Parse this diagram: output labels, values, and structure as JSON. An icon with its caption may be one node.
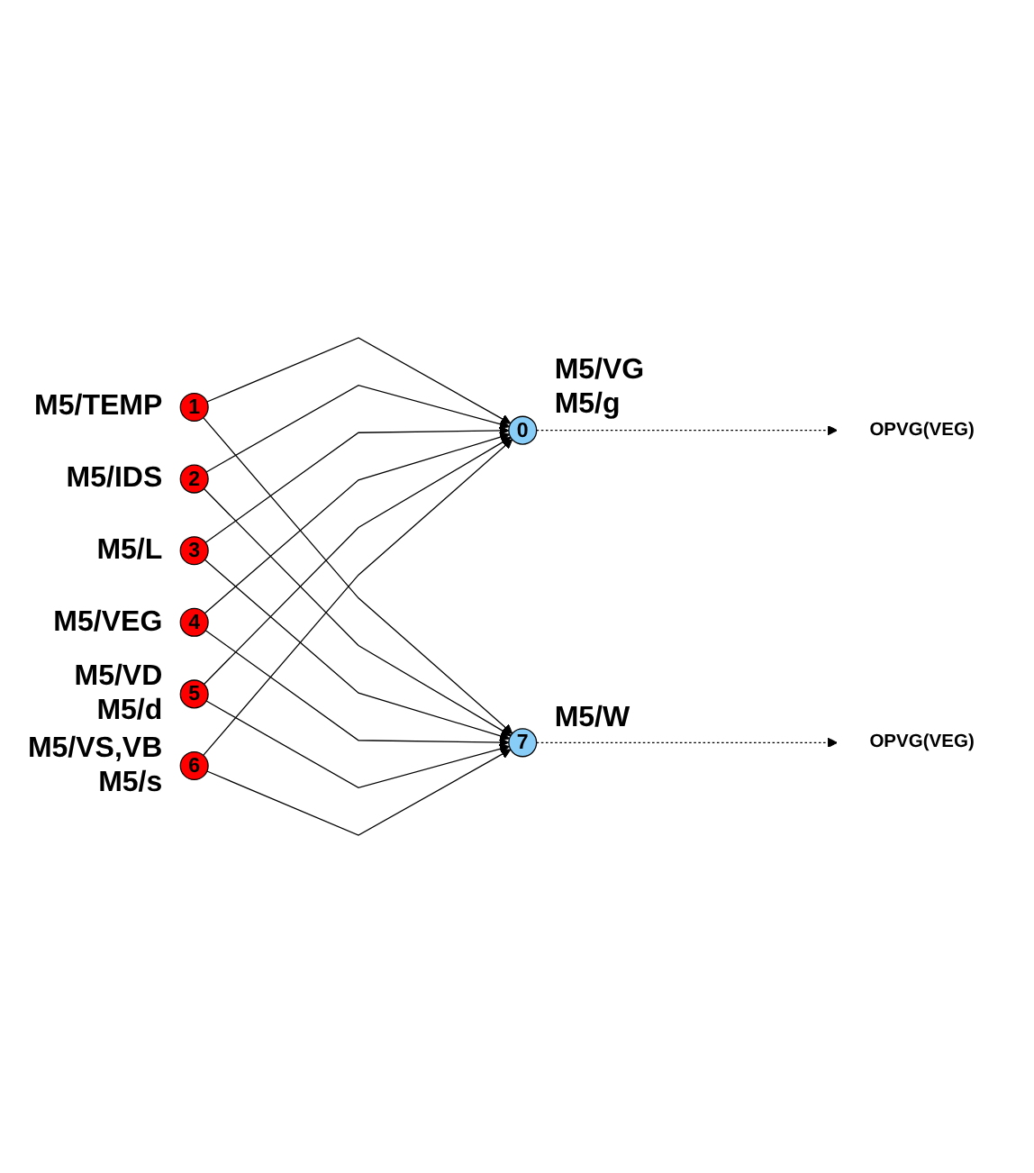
{
  "diagram": {
    "nodes": [
      {
        "text": [
          "1"
        ],
        "beside": [
          "M5/TEMP"
        ]
      },
      {
        "text": [
          "2"
        ],
        "beside": [
          "M5/IDS"
        ]
      },
      {
        "text": [
          "3"
        ],
        "beside": [
          "M5/L"
        ]
      },
      {
        "text": [
          "4"
        ],
        "beside": [
          "M5/VEG"
        ]
      },
      {
        "text": [
          "5"
        ],
        "beside": [
          "M5/VD",
          "M5/d"
        ]
      },
      {
        "text": [
          "6"
        ],
        "beside": [
          "M5/VS,VB",
          "M5/s"
        ]
      },
      {
        "text": [
          "0"
        ],
        "beside": [
          "M5/VG",
          "M5/g"
        ]
      },
      {
        "text": [
          "7"
        ],
        "beside": [
          "M5/W"
        ]
      },
      {
        "text": [
          "OPVG(VEG)"
        ]
      },
      {
        "text": [
          "OPVG(VEG)"
        ]
      }
    ],
    "edges": [
      {
        "from": 0,
        "to": 6,
        "arrow": "to"
      },
      {
        "from": 0,
        "to": 7,
        "arrow": "to"
      },
      {
        "from": 1,
        "to": 6,
        "arrow": "to"
      },
      {
        "from": 1,
        "to": 7,
        "arrow": "to"
      },
      {
        "from": 2,
        "to": 6,
        "arrow": "to"
      },
      {
        "from": 2,
        "to": 7,
        "arrow": "to"
      },
      {
        "from": 3,
        "to": 6,
        "arrow": "to"
      },
      {
        "from": 3,
        "to": 7,
        "arrow": "to"
      },
      {
        "from": 4,
        "to": 6,
        "arrow": "to"
      },
      {
        "from": 4,
        "to": 7,
        "arrow": "to"
      },
      {
        "from": 5,
        "to": 6,
        "arrow": "to"
      },
      {
        "from": 5,
        "to": 7,
        "arrow": "to"
      },
      {
        "from": 6,
        "to": 8,
        "arrow": "to",
        "style": "dashed"
      },
      {
        "from": 7,
        "to": 9,
        "arrow": "to",
        "style": "dashed"
      }
    ]
  }
}
